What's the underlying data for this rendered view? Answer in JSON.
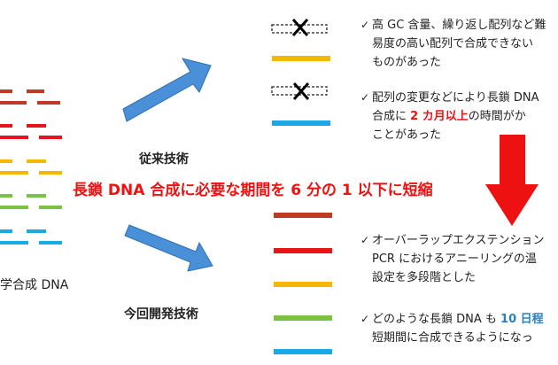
{
  "left_label": "学合成 DNA",
  "conventional_label": "従来技術",
  "new_label": "今回開発技術",
  "headline": "長鎖 DNA 合成に必要な期間を 6 分の 1 以下に短縮",
  "colors": {
    "red_dark": "#c0392b",
    "red": "#e8141c",
    "yellow": "#f5b800",
    "green": "#7cc142",
    "blue": "#19a9e6",
    "arrow_blue": "#4a90d9",
    "arrow_red": "#ee1111"
  },
  "notes": {
    "n1": {
      "check": "✓",
      "line1": "高 GC 含量、繰り返し配列など難",
      "line2": "易度の高い配列で合成できない",
      "line3": "ものがあった"
    },
    "n2": {
      "check": "✓",
      "line1_a": "配列の変更などにより長鎖 DNA",
      "line2_a": "合成に ",
      "line2_hl": "2 カ月以上",
      "line2_b": "の時間がか",
      "line3": "ことがあった"
    },
    "n3": {
      "check": "✓",
      "line1": "オーバーラップエクステンション",
      "line2": "PCR におけるアニーリングの温",
      "line3": "設定を多段階とした"
    },
    "n4": {
      "check": "✓",
      "line1_a": "どのような長鎖 DNA も ",
      "line1_hl": "10 日程",
      "line2": "短期間に合成できるようになっ"
    }
  }
}
